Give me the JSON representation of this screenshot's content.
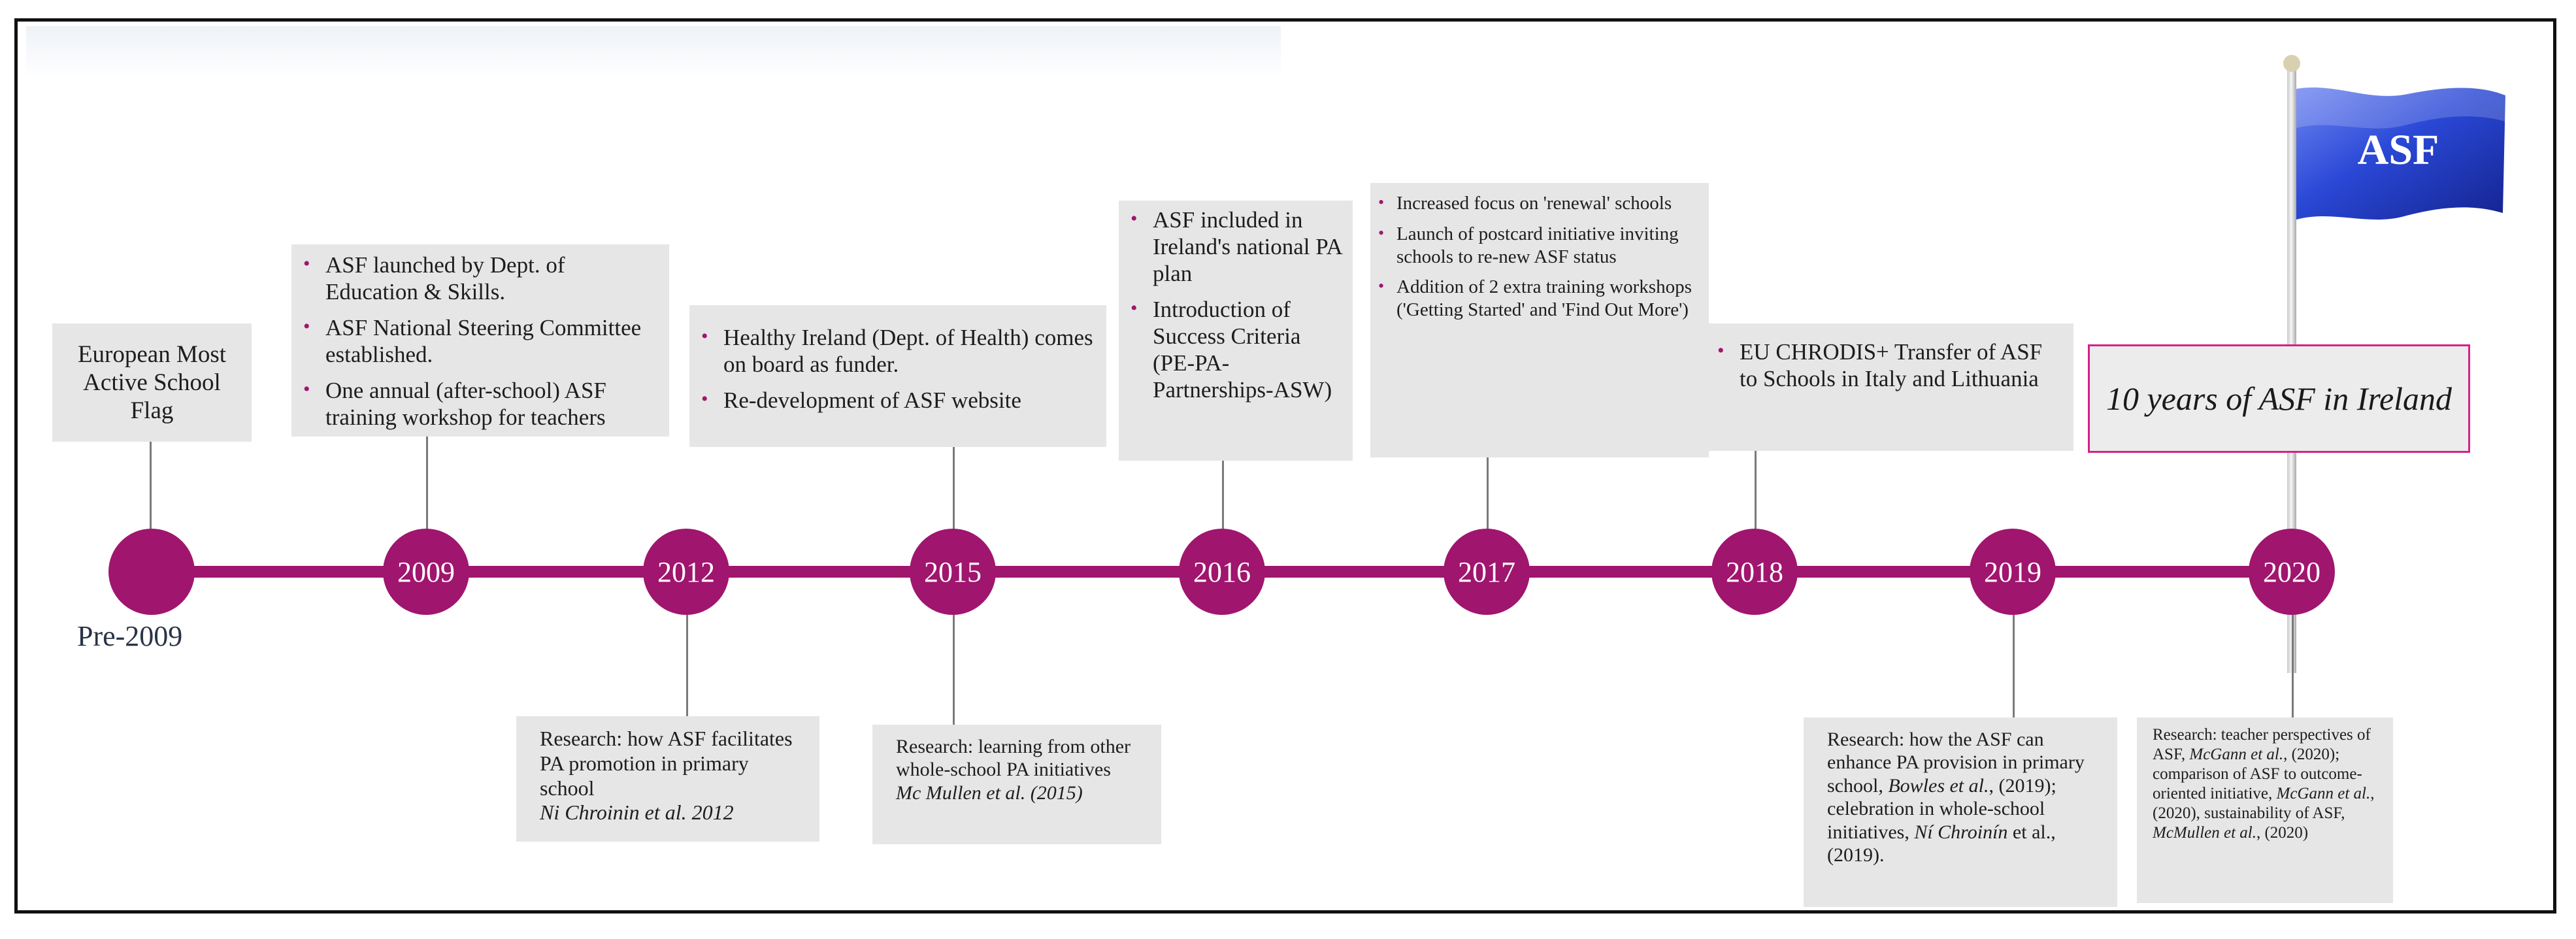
{
  "diagram": {
    "type": "timeline",
    "accent_color": "#a0156e",
    "box_color": "#e6e6e6",
    "highlight_border_color": "#d6208b",
    "milestones": [
      {
        "label": "Pre-2009",
        "above": {
          "text": "European Most Active School Flag"
        }
      },
      {
        "label": "2009",
        "above": {
          "bullets": [
            "ASF launched by Dept. of Education & Skills.",
            "ASF National Steering Committee established.",
            "One annual (after-school) ASF training workshop for teachers"
          ]
        }
      },
      {
        "label": "2012",
        "below": {
          "text": "Research:  how ASF facilitates PA promotion in primary school",
          "citation": "Ni Chroinin et al. 2012"
        }
      },
      {
        "label": "2015",
        "above": {
          "bullets": [
            "Healthy Ireland (Dept. of Health) comes on board as funder.",
            "Re-development of ASF website"
          ]
        },
        "below": {
          "text": "Research:  learning from other whole-school PA initiatives",
          "citation": "Mc Mullen et al. (2015)"
        }
      },
      {
        "label": "2016",
        "above": {
          "bullets": [
            "ASF included in Ireland's national PA plan",
            "Introduction of Success Criteria (PE-PA-Partnerships-ASW)"
          ]
        }
      },
      {
        "label": "2017",
        "above": {
          "bullets": [
            "Increased focus on 'renewal' schools",
            "Launch of postcard initiative inviting schools to re-new ASF status",
            "Addition of 2 extra training workshops ('Getting Started' and 'Find Out More')"
          ]
        }
      },
      {
        "label": "2018",
        "above": {
          "bullets": [
            "EU CHRODIS+ Transfer of ASF to Schools in Italy and Lithuania"
          ]
        }
      },
      {
        "label": "2019",
        "below": {
          "parts": [
            "Research: how the ASF can enhance PA provision in primary school, ",
            "Bowles et al.",
            ", (2019); celebration in whole-school initiatives, ",
            "Ní Chroinín",
            " et al., (2019)."
          ]
        }
      },
      {
        "label": "2020",
        "above": {
          "text": "10 years of ASF in Ireland"
        },
        "below": {
          "parts": [
            "Research: teacher perspectives of ASF, ",
            "McGann et al.",
            ", (2020); comparison of ASF to outcome-oriented initiative, ",
            "McGann et al.",
            ", (2020), sustainability of ASF, ",
            "McMullen et al.",
            ", (2020)"
          ]
        }
      }
    ]
  },
  "flag": {
    "label": "ASF",
    "color": "#2a48d6"
  }
}
